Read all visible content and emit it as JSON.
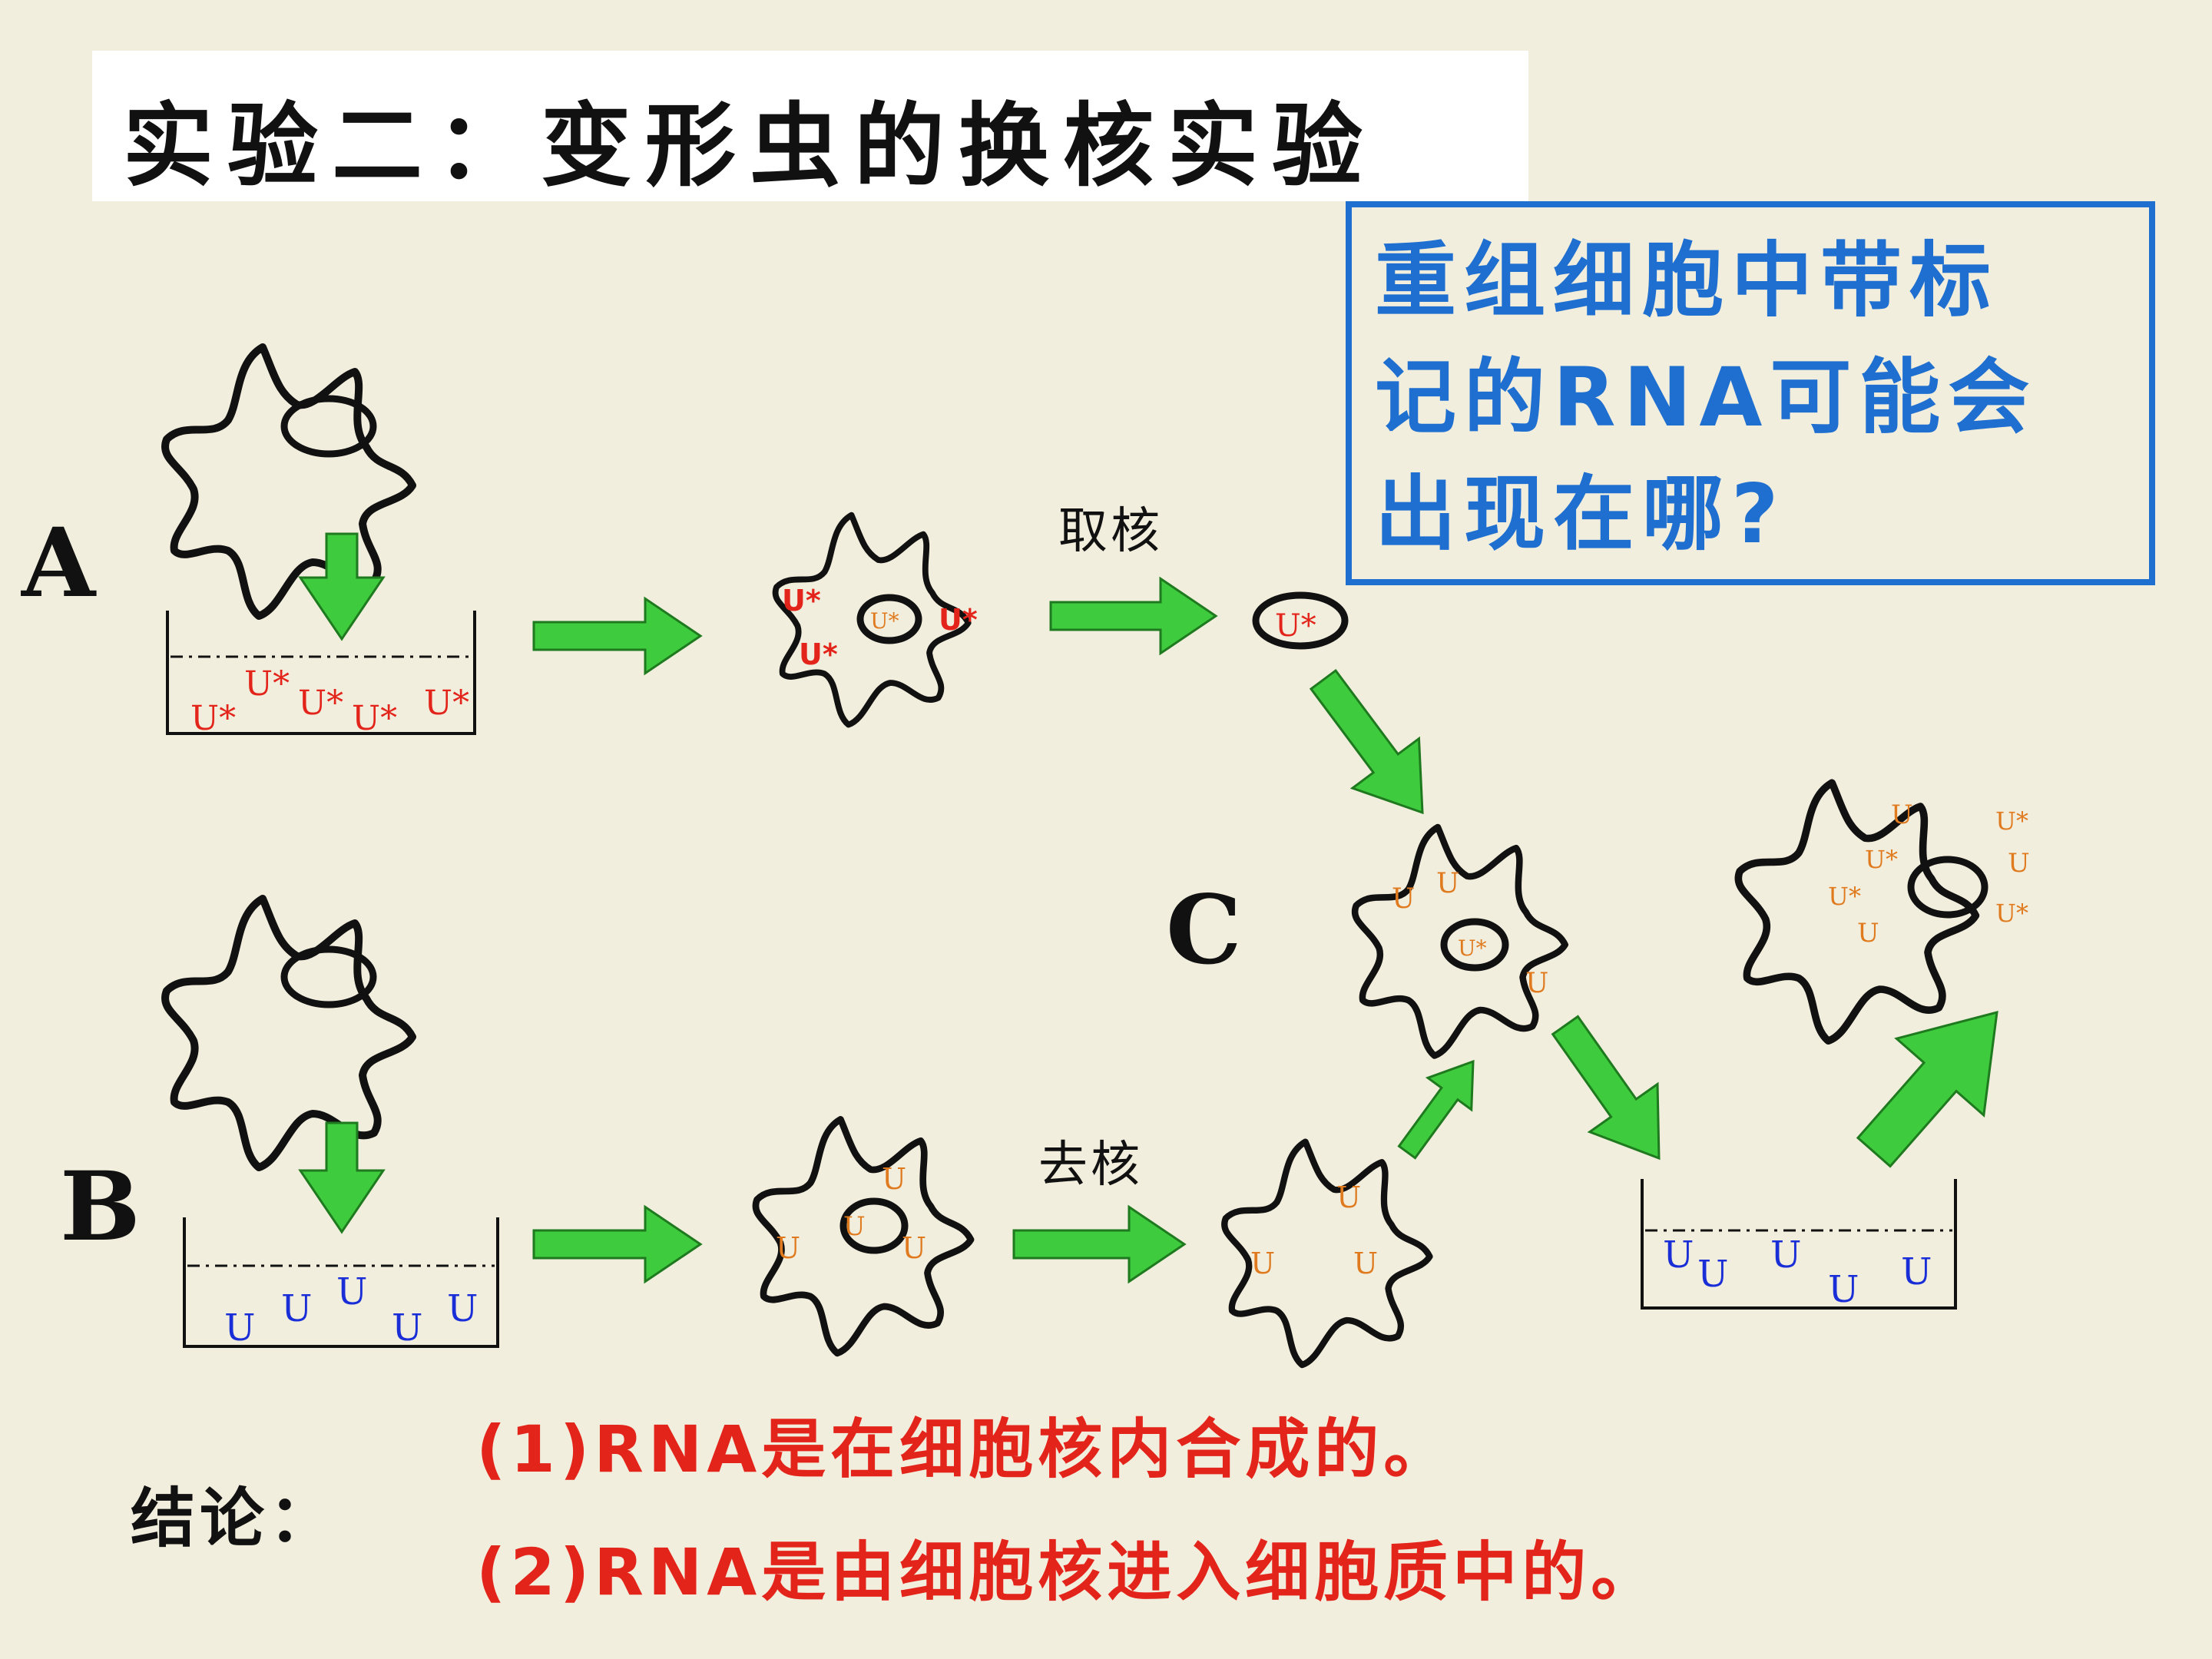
{
  "title": "实验二：变形虫的换核实验",
  "question": [
    "重组细胞中带标",
    "记的RNA可能会",
    "出现在哪?"
  ],
  "labels": {
    "a": "A",
    "b": "B",
    "c": "C"
  },
  "steps": {
    "take_nucleus": "取核",
    "remove_nucleus": "去核"
  },
  "markers": {
    "labeled": "U*",
    "unlabeled": "U"
  },
  "conclusion": {
    "label": "结论：",
    "items": [
      "(1)RNA是在细胞核内合成的。",
      "(2)RNA是由细胞核进入细胞质中的。"
    ]
  },
  "colors": {
    "background": "#f2eedd",
    "arrow": "#3ecb3e",
    "question_border": "#1f6fd0",
    "conclusion_text": "#e3241b",
    "marker_labeled": "#e3241b",
    "marker_unlabeled": "#1a2ed8",
    "marker_in_cell": "#e07a1f"
  }
}
